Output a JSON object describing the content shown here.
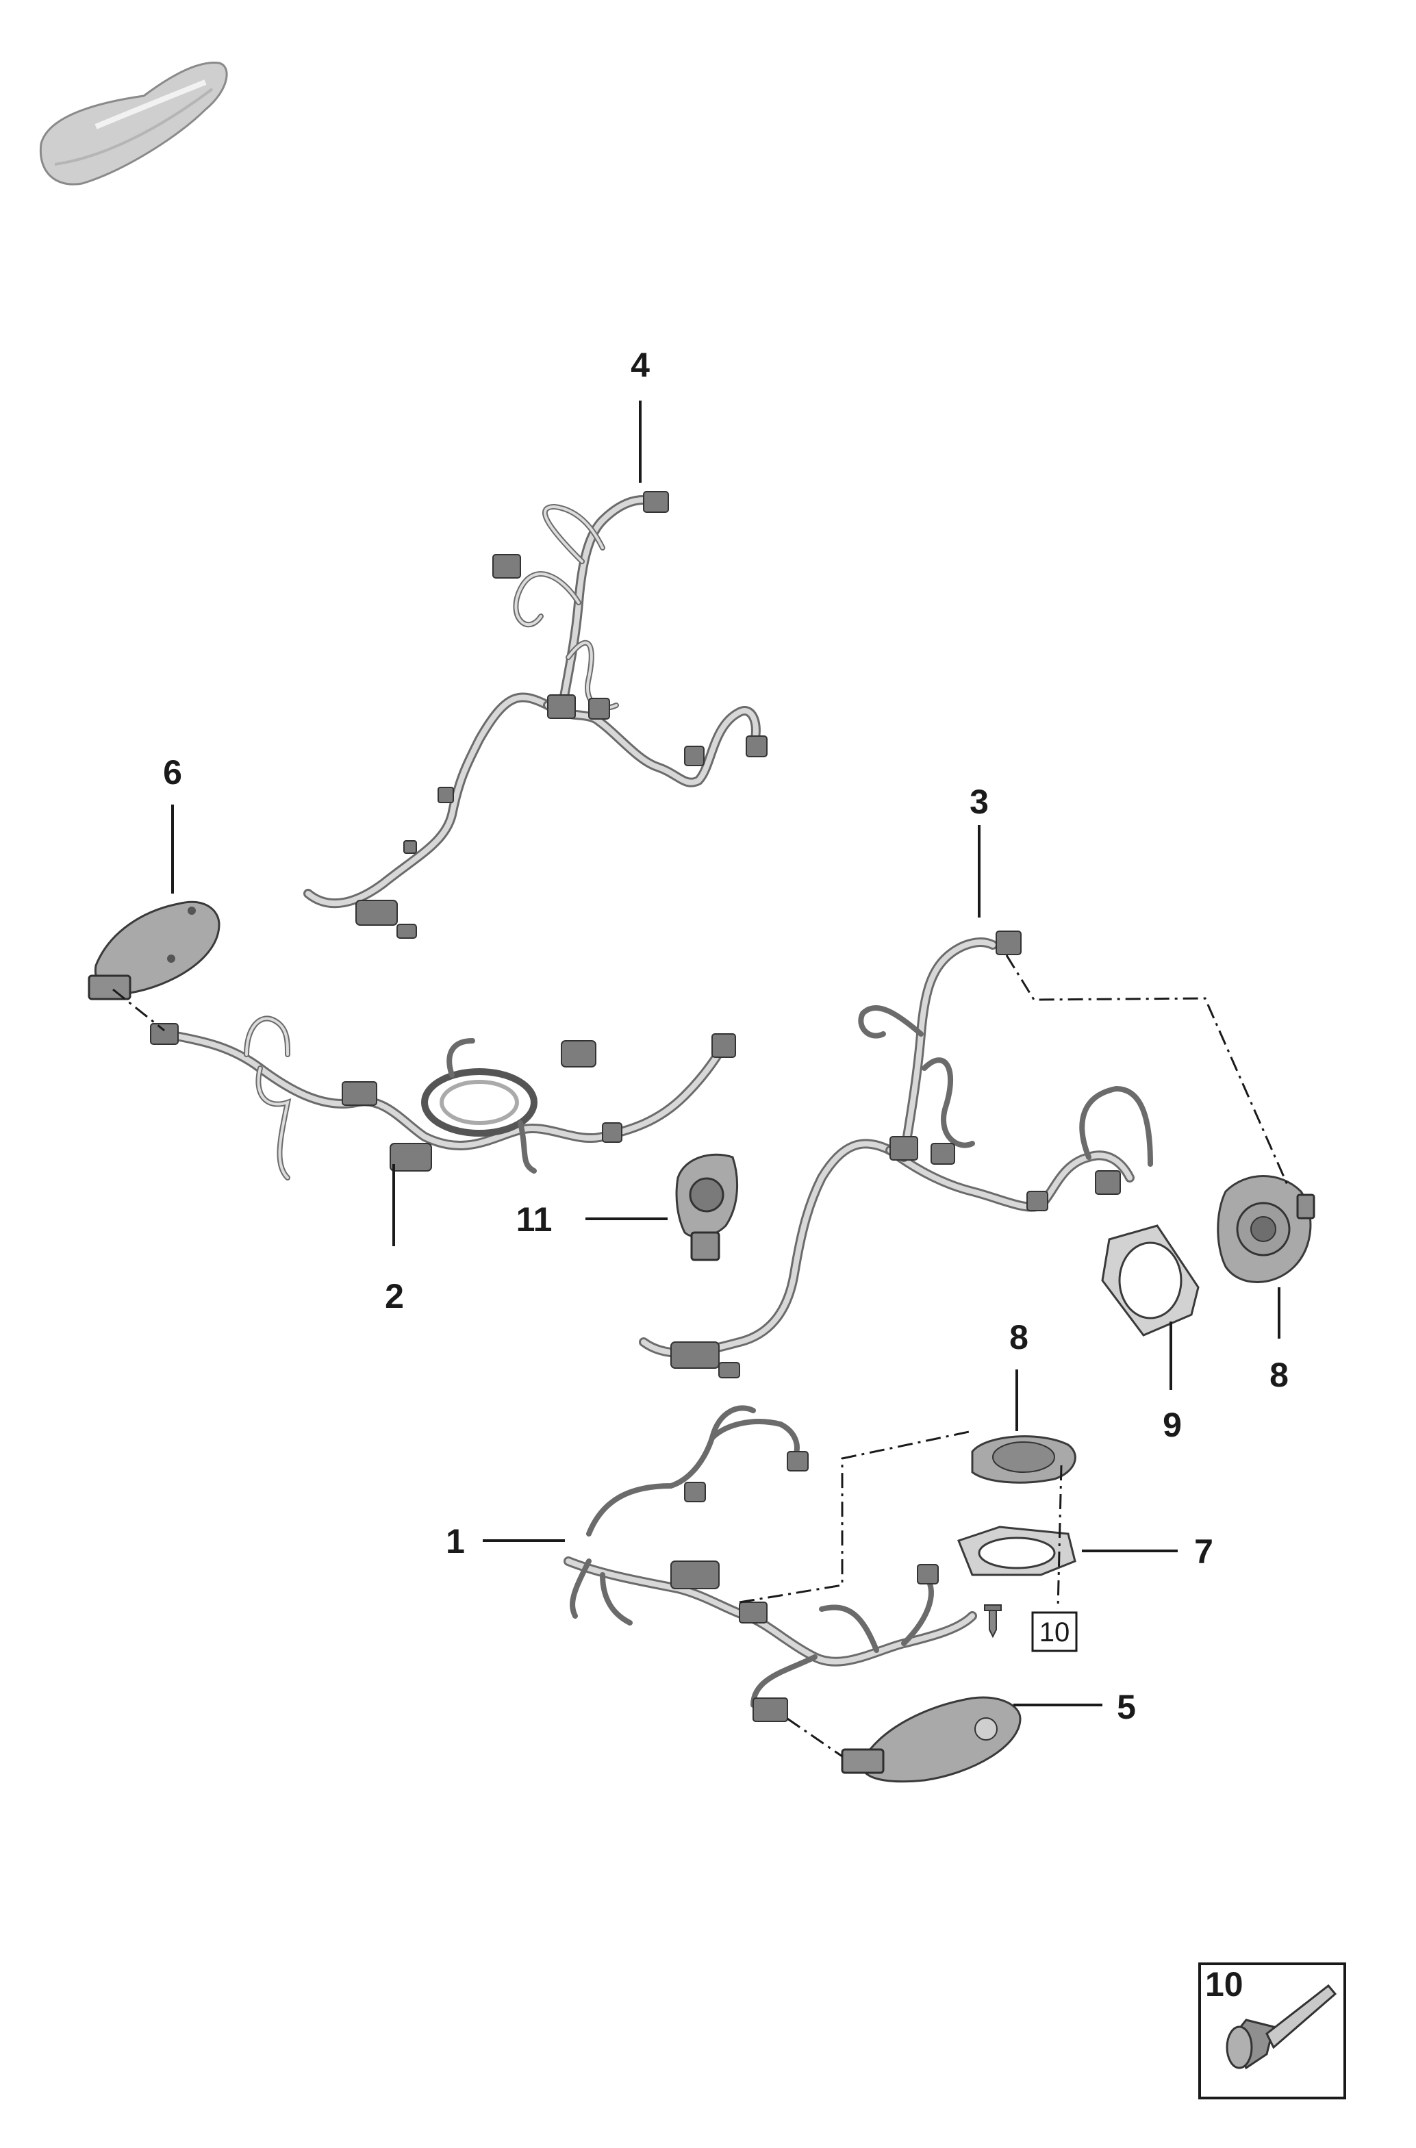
{
  "callouts": {
    "c1": "1",
    "c2": "2",
    "c3": "3",
    "c4": "4",
    "c5": "5",
    "c6": "6",
    "c7": "7",
    "c8a": "8",
    "c8b": "8",
    "c9": "9",
    "c10_ref": "10",
    "c11": "11"
  },
  "inset": {
    "label": "10"
  },
  "colors": {
    "line": "#1a1a1a",
    "part_fill": "#a9a9a9",
    "wire": "#6b6b6b"
  }
}
